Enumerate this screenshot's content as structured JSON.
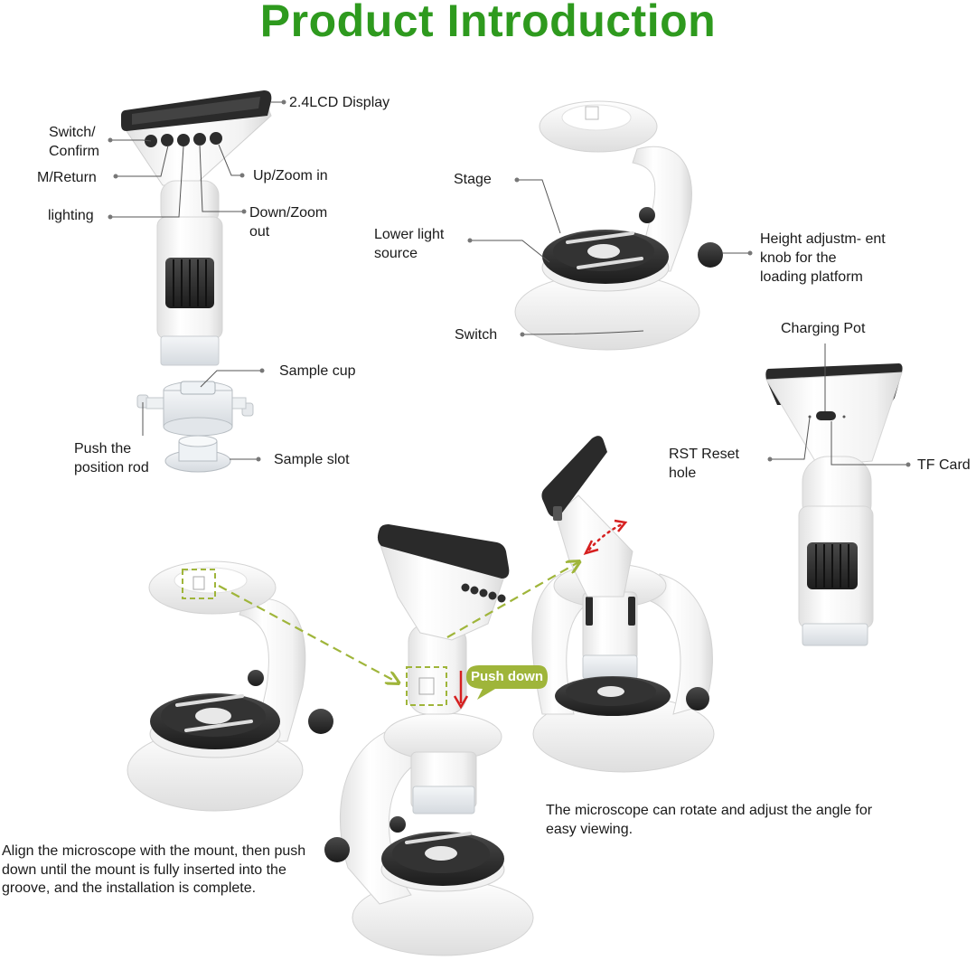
{
  "title": "Product Introduction",
  "labels": {
    "display": "2.4LCD Display",
    "switch_confirm": "Switch/ Confirm",
    "m_return": "M/Return",
    "up_zoom": "Up/Zoom in",
    "lighting": "lighting",
    "down_zoom": "Down/Zoom out",
    "sample_cup": "Sample cup",
    "push_rod": "Push the position rod",
    "sample_slot": "Sample slot",
    "stage": "Stage",
    "lower_light": "Lower light source",
    "height_knob": "Height adjustm- ent knob for the loading platform",
    "switch": "Switch",
    "charging_pot": "Charging Pot",
    "rst_reset": "RST Reset hole",
    "tf_card": "TF Card",
    "push_down": "Push down"
  },
  "captions": {
    "align": "Align the microscope with the mount, then push down until the mount is fully inserted into the groove, and the installation is complete.",
    "rotate": "The microscope can rotate and adjust the angle for easy viewing."
  },
  "colors": {
    "title_green": "#2e9a1e",
    "leader_gray": "#555555",
    "dash_green": "#9fb53a",
    "bubble_green": "#9fb53a",
    "arrow_red": "#d62020",
    "body_white": "#f6f6f6",
    "dark_part": "#2b2b2b"
  }
}
